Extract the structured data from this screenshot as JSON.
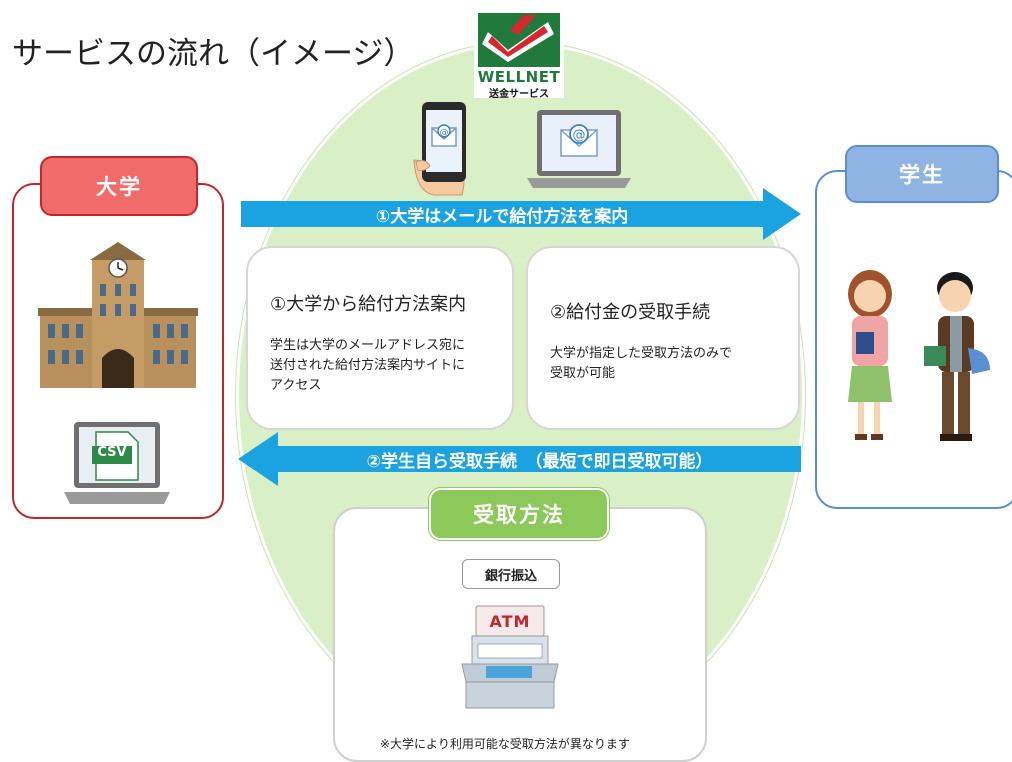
{
  "title": "サービスの流れ（イメージ）",
  "logo": {
    "brand": "WELLNET",
    "sub": "送金サービス"
  },
  "university": {
    "label": "大学",
    "csv": "CSV"
  },
  "student": {
    "label": "学生"
  },
  "arrows": {
    "to_student": "①大学はメールで給付方法を案内",
    "to_university": "②学生自ら受取手続　（最短で即日受取可能）"
  },
  "box1": {
    "title": "①大学から給付方法案内",
    "body": [
      "学生は大学のメールアドレス宛に",
      "送付された給付方法案内サイトに",
      "アクセス"
    ]
  },
  "box2": {
    "title": "②給付金の受取手続",
    "body": [
      "大学が指定した受取方法のみで",
      "受取が可能"
    ]
  },
  "method": {
    "label": "受取方法",
    "option": "銀行振込",
    "atm": "ATM",
    "note": "※大学により利用可能な受取方法が異なります"
  },
  "colors": {
    "university": "#c0272d",
    "university_tag": "#f26b6b",
    "student": "#5b8dd6",
    "student_tag": "#8fb4e3",
    "arrow": "#1aa3e0",
    "ellipse": "#d9efc6",
    "method_tag": "#8cc95a",
    "logo_green": "#1f7a3c",
    "logo_red": "#d7262e"
  }
}
